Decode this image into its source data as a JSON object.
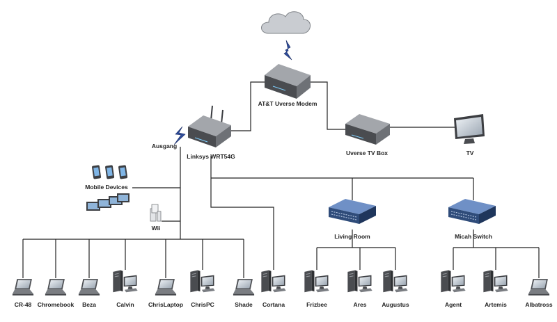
{
  "diagram": {
    "network": {
      "modem": "AT&T Uverse Modem",
      "router": "Linksys WRT54G",
      "wireless_label": "Ausgang",
      "tv_box": "Uverse TV Box",
      "tv": "TV",
      "mobile": "Mobile Devices",
      "wii": "Wii",
      "switch_living": "Living Room",
      "switch_micah": "Micah Switch"
    },
    "left_clients": [
      {
        "name": "CR-48",
        "type": "laptop"
      },
      {
        "name": "Chromebook",
        "type": "laptop"
      },
      {
        "name": "Beza",
        "type": "laptop"
      },
      {
        "name": "Calvin",
        "type": "desktop"
      },
      {
        "name": "ChrisLaptop",
        "type": "laptop"
      },
      {
        "name": "ChrisPC",
        "type": "desktop"
      },
      {
        "name": "Shade",
        "type": "laptop"
      }
    ],
    "router_client": {
      "name": "Cortana",
      "type": "desktop"
    },
    "living_clients": [
      {
        "name": "Frizbee",
        "type": "desktop"
      },
      {
        "name": "Ares",
        "type": "desktop"
      },
      {
        "name": "Augustus",
        "type": "desktop"
      }
    ],
    "micah_clients": [
      {
        "name": "Agent",
        "type": "desktop"
      },
      {
        "name": "Artemis",
        "type": "desktop"
      },
      {
        "name": "Albatross",
        "type": "laptop"
      }
    ],
    "colors": {
      "line": "#222222",
      "device": "#5b5d60",
      "switch": "#2f4c7a",
      "cloud": "#c9ccd1"
    }
  }
}
